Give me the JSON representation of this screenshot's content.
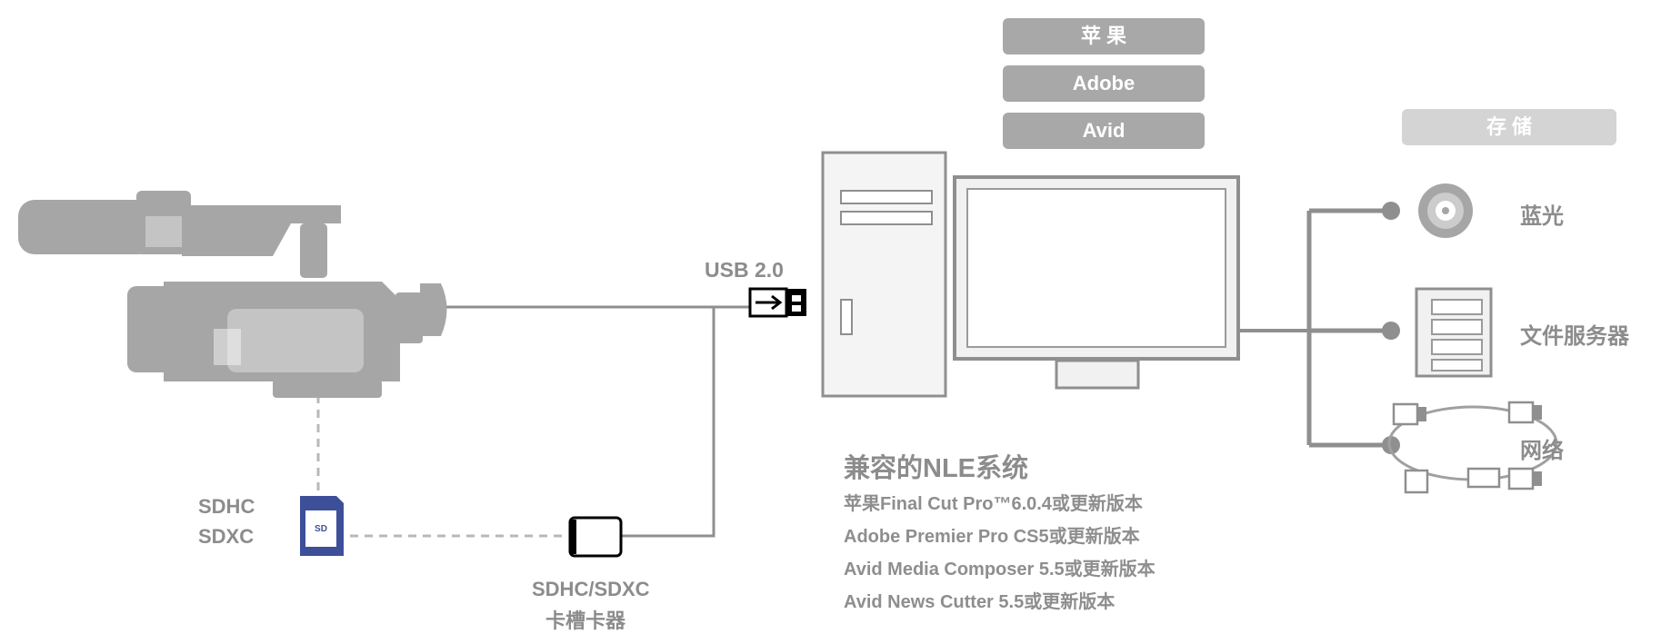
{
  "software_badges": [
    "苹 果",
    "Adobe",
    "Avid"
  ],
  "storage_badge": "存 储",
  "interface_label": "USB 2.0",
  "card_slot_label": [
    "SDHC",
    "SDXC"
  ],
  "card_reader_label": [
    "SDHC/SDXC",
    "卡槽卡器"
  ],
  "outputs": {
    "disc": "蓝光",
    "file_server": "文件服务器",
    "network": "网络"
  },
  "nle": {
    "title": "兼容的NLE系统",
    "lines": [
      "苹果Final Cut Pro™6.0.4或更新版本",
      "Adobe Premier Pro CS5或更新版本",
      "Avid Media Composer 5.5或更新版本",
      "Avid News Cutter 5.5或更新版本"
    ]
  },
  "colors": {
    "device_gray": "#a6a6a6",
    "badge_gray": "#a8a8a8",
    "badge_light": "#d4d4d4",
    "line_gray": "#8f8f8f",
    "dashed_gray": "#b8b8b8",
    "text_gray": "#8c8c8c"
  }
}
